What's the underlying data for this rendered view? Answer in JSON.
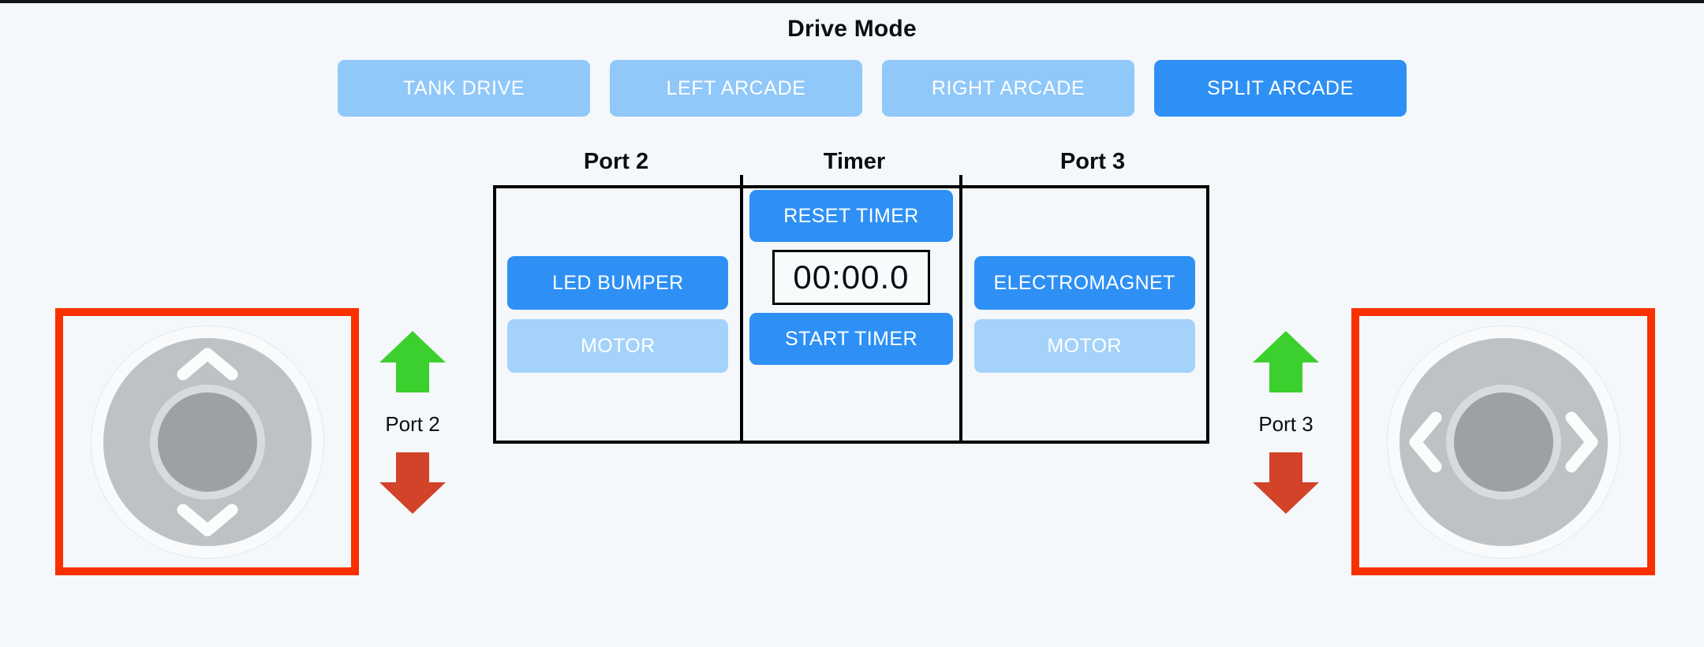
{
  "header": {
    "title": "Drive Mode"
  },
  "drive_modes": [
    {
      "label": "TANK DRIVE",
      "active": false,
      "name": "tank-drive"
    },
    {
      "label": "LEFT ARCADE",
      "active": false,
      "name": "left-arcade"
    },
    {
      "label": "RIGHT ARCADE",
      "active": false,
      "name": "right-arcade"
    },
    {
      "label": "SPLIT ARCADE",
      "active": true,
      "name": "split-arcade"
    }
  ],
  "panel": {
    "labels": {
      "port2": "Port 2",
      "timer": "Timer",
      "port3": "Port 3"
    },
    "port2": {
      "primary_button": "LED BUMPER",
      "muted_button": "MOTOR"
    },
    "timer": {
      "reset_button": "RESET TIMER",
      "display": "00:00.0",
      "start_button": "START TIMER"
    },
    "port3": {
      "primary_button": "ELECTROMAGNET",
      "muted_button": "MOTOR"
    }
  },
  "ports": {
    "left": {
      "label": "Port 2"
    },
    "right": {
      "label": "Port 3"
    }
  },
  "joysticks": {
    "left": {
      "axis": "vertical"
    },
    "right": {
      "axis": "horizontal"
    }
  },
  "colors": {
    "background": "#f4f8fa",
    "accent_active": "#2e90f5",
    "accent_muted": "#90c8fa",
    "accent_muted_alt": "#a4d2fb",
    "joystick_border": "#fa3000",
    "arrow_up": "#3cd02e",
    "arrow_down": "#d2432a",
    "text": "#0b0f13"
  }
}
